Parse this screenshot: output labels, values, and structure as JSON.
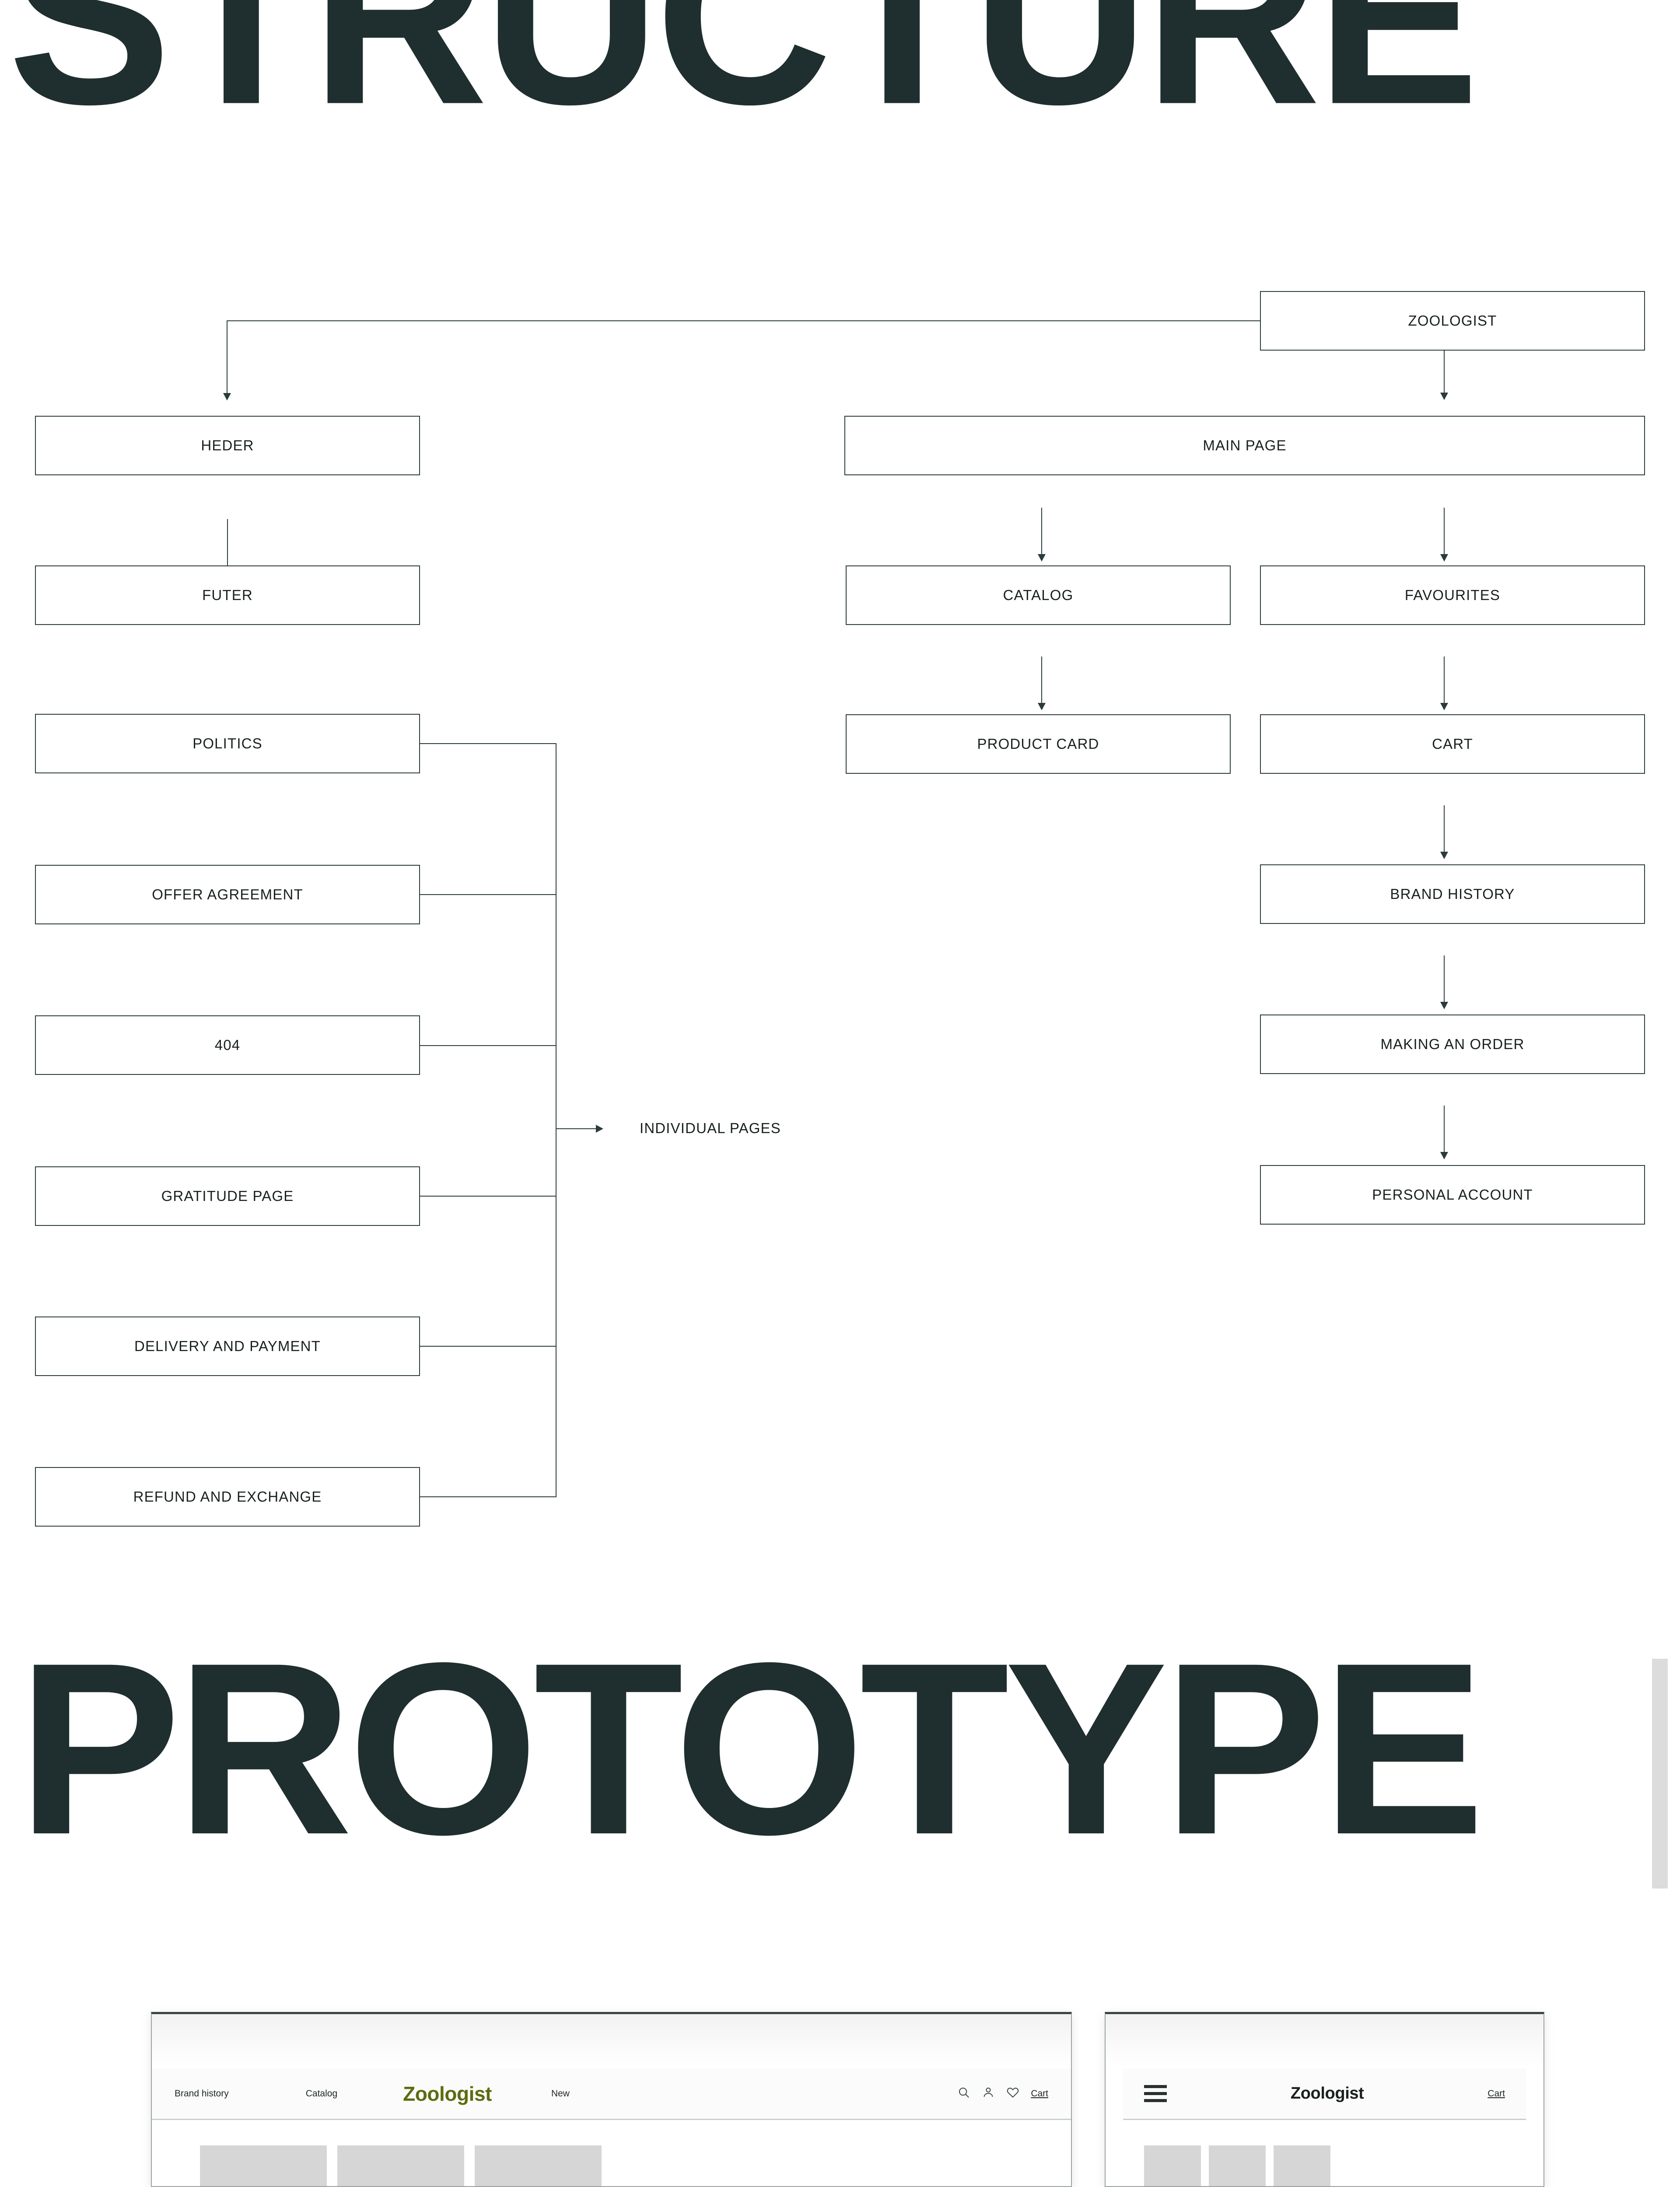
{
  "sections": {
    "structure_title": "STRUCTURE",
    "prototype_title": "PROTOTYPE"
  },
  "chart_data": {
    "type": "diagram",
    "title": "STRUCTURE",
    "diagram_kind": "site-map-flowchart",
    "nodes": [
      {
        "id": "zoologist",
        "label": "ZOOLOGIST",
        "column": "right"
      },
      {
        "id": "heder",
        "label": "HEDER",
        "column": "left"
      },
      {
        "id": "futer",
        "label": "FUTER",
        "column": "left"
      },
      {
        "id": "politics",
        "label": "POLITICS",
        "column": "left"
      },
      {
        "id": "offer-agreement",
        "label": "OFFER AGREEMENT",
        "column": "left"
      },
      {
        "id": "404",
        "label": "404",
        "column": "left"
      },
      {
        "id": "gratitude-page",
        "label": "GRATITUDE PAGE",
        "column": "left"
      },
      {
        "id": "delivery-and-payment",
        "label": "DELIVERY AND PAYMENT",
        "column": "left"
      },
      {
        "id": "refund-and-exchange",
        "label": "REFUND AND EXCHANGE",
        "column": "left"
      },
      {
        "id": "individual-pages",
        "label": "INDIVIDUAL PAGES",
        "column": "center",
        "boxed": false
      },
      {
        "id": "main-page",
        "label": "MAIN PAGE",
        "column": "wide-right"
      },
      {
        "id": "catalog",
        "label": "CATALOG",
        "column": "mid"
      },
      {
        "id": "product-card",
        "label": "PRODUCT CARD",
        "column": "mid"
      },
      {
        "id": "favourites",
        "label": "FAVOURITES",
        "column": "right"
      },
      {
        "id": "cart",
        "label": "CART",
        "column": "right"
      },
      {
        "id": "brand-history",
        "label": "BRAND HISTORY",
        "column": "right"
      },
      {
        "id": "making-an-order",
        "label": "MAKING AN ORDER",
        "column": "right"
      },
      {
        "id": "personal-account",
        "label": "PERSONAL ACCOUNT",
        "column": "right"
      }
    ],
    "edges": [
      {
        "from": "zoologist",
        "to": "heder"
      },
      {
        "from": "zoologist",
        "to": "main-page"
      },
      {
        "from": "heder",
        "to": "futer"
      },
      {
        "from": "main-page",
        "to": "catalog"
      },
      {
        "from": "main-page",
        "to": "favourites"
      },
      {
        "from": "catalog",
        "to": "product-card"
      },
      {
        "from": "favourites",
        "to": "cart"
      },
      {
        "from": "cart",
        "to": "brand-history"
      },
      {
        "from": "brand-history",
        "to": "making-an-order"
      },
      {
        "from": "making-an-order",
        "to": "personal-account"
      },
      {
        "from": "politics",
        "to": "individual-pages"
      },
      {
        "from": "offer-agreement",
        "to": "individual-pages"
      },
      {
        "from": "404",
        "to": "individual-pages"
      },
      {
        "from": "gratitude-page",
        "to": "individual-pages"
      },
      {
        "from": "delivery-and-payment",
        "to": "individual-pages"
      },
      {
        "from": "refund-and-exchange",
        "to": "individual-pages"
      }
    ]
  },
  "flow": {
    "zoologist": "ZOOLOGIST",
    "heder": "HEDER",
    "futer": "FUTER",
    "politics": "POLITICS",
    "offer_agreement": "OFFER AGREEMENT",
    "error_404": "404",
    "gratitude_page": "GRATITUDE PAGE",
    "delivery_and_payment": "DELIVERY AND PAYMENT",
    "refund_and_exchange": "REFUND AND EXCHANGE",
    "individual_pages": "INDIVIDUAL PAGES",
    "main_page": "MAIN PAGE",
    "catalog": "CATALOG",
    "product_card": "PRODUCT CARD",
    "favourites": "FAVOURITES",
    "cart": "CART",
    "brand_history": "BRAND HISTORY",
    "making_an_order": "MAKING AN ORDER",
    "personal_account": "PERSONAL ACCOUNT"
  },
  "prototype": {
    "desktop": {
      "nav": {
        "brand_history": "Brand history",
        "catalog": "Catalog",
        "logo": "Zoologist",
        "new": "New",
        "cart": "Cart",
        "icons": [
          "search-icon",
          "user-icon",
          "heart-icon"
        ]
      }
    },
    "mobile": {
      "nav": {
        "menu": "hamburger-menu-icon",
        "logo": "Zoologist",
        "cart": "Cart"
      }
    }
  },
  "colors": {
    "ink": "#1f2e2e",
    "logo_olive": "#5f6b11",
    "node_border": "#2b3a3a",
    "tile_gray": "#d6d6d6",
    "bar_gray": "#dcdcdc"
  }
}
